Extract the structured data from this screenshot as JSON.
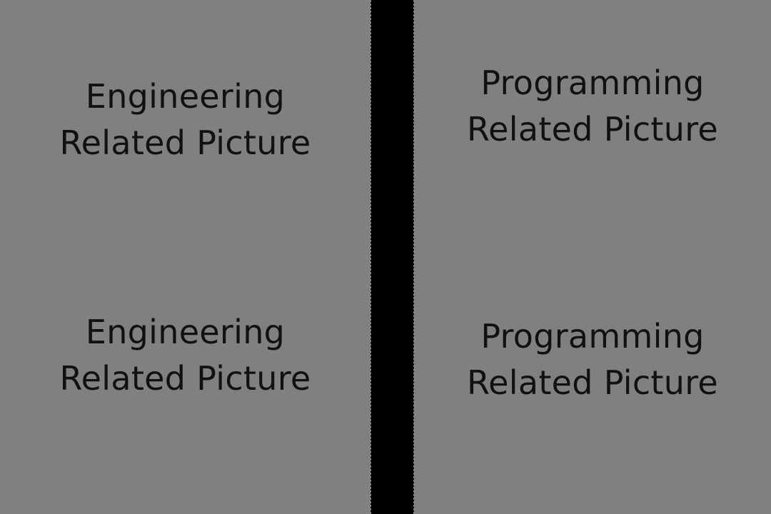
{
  "colors": {
    "panel_background": "#808080",
    "divider": "#000000",
    "text": "#111111"
  },
  "left_panel": {
    "top_placeholder": {
      "line1": "Engineering",
      "line2": "Related Picture"
    },
    "bottom_placeholder": {
      "line1": "Engineering",
      "line2": "Related Picture"
    }
  },
  "right_panel": {
    "top_placeholder": {
      "line1": "Programming",
      "line2": "Related Picture"
    },
    "bottom_placeholder": {
      "line1": "Programming",
      "line2": "Related Picture"
    }
  }
}
